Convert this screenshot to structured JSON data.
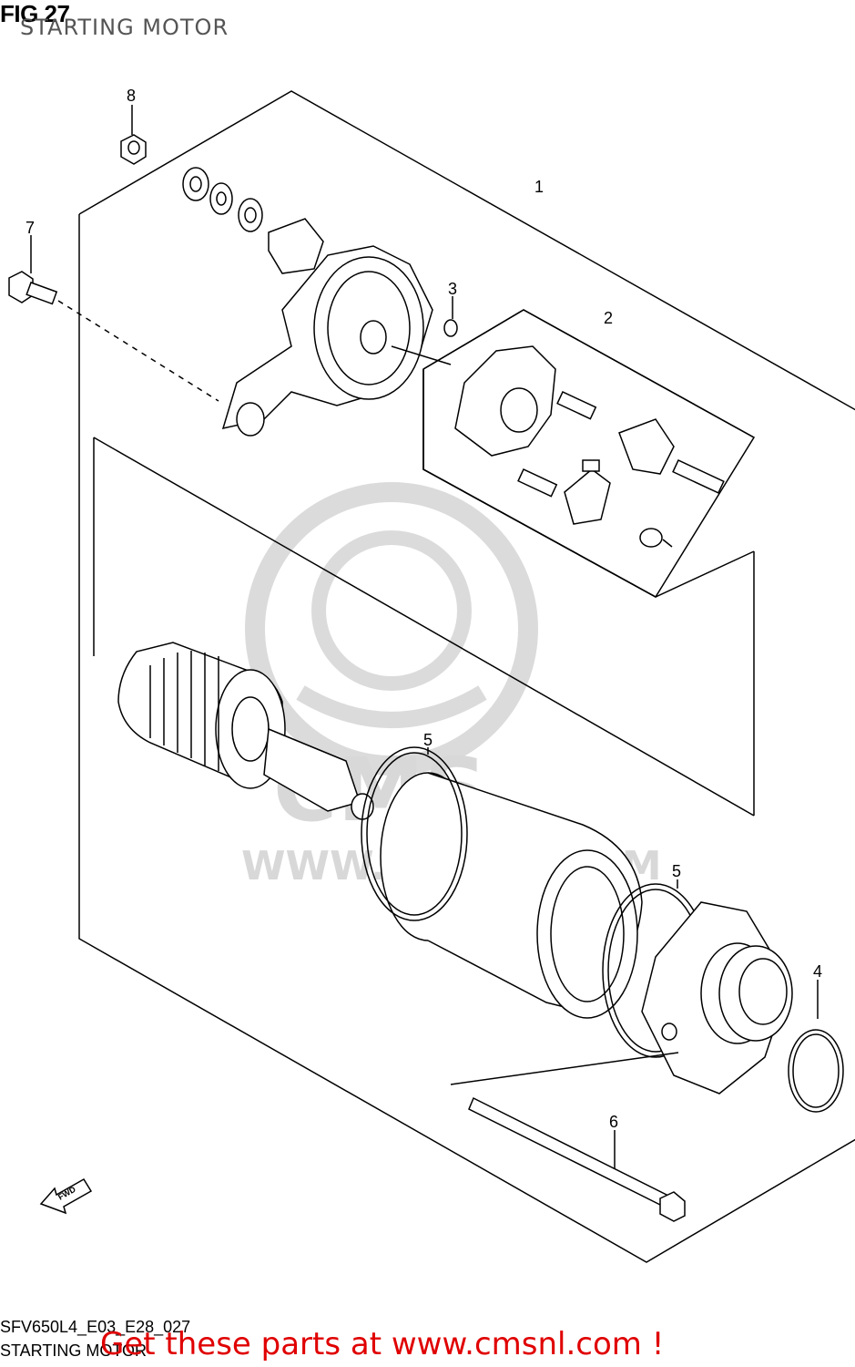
{
  "header": {
    "fig_label": "FIG 27",
    "fig_title": "STARTING MOTOR"
  },
  "watermark": {
    "url_text": "WWW.CMSNL.COM",
    "logo_text": "CMS"
  },
  "callouts": [
    "1",
    "2",
    "3",
    "4",
    "5",
    "5",
    "6",
    "7",
    "8"
  ],
  "orientation": {
    "label": "FWD",
    "icon": "fwd-arrow-icon"
  },
  "footer": {
    "drawing_code": "SFV650L4_E03_E28_027",
    "drawing_title": "STARTING MOTOR",
    "cta": "Get these parts at www.cmsnl.com !"
  },
  "colors": {
    "cta": "#e00000",
    "line": "#000000",
    "watermark": "#d4d4d4"
  }
}
